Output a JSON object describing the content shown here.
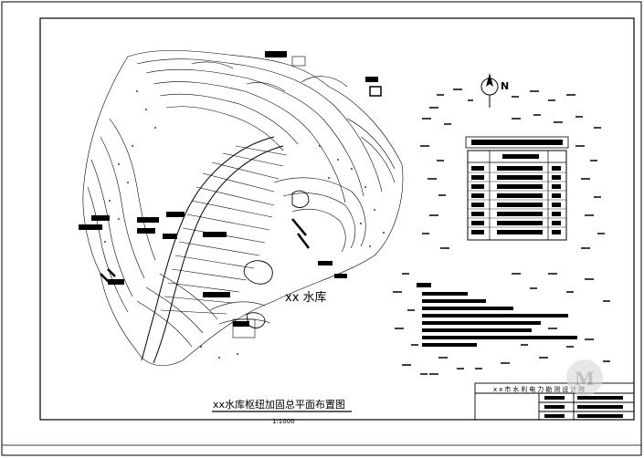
{
  "drawing": {
    "title": "xx水库枢纽加固总平面布置图",
    "scale": "1:1000",
    "reservoir_label": "xx 水库",
    "north_label": "N"
  },
  "title_block": {
    "header": "xx市水利电力勘测设计院"
  },
  "colors": {
    "line": "#000000",
    "paper": "#ffffff",
    "watermark": "#b0b0b0"
  },
  "icons": [
    "north-arrow-icon",
    "watermark-logo"
  ]
}
